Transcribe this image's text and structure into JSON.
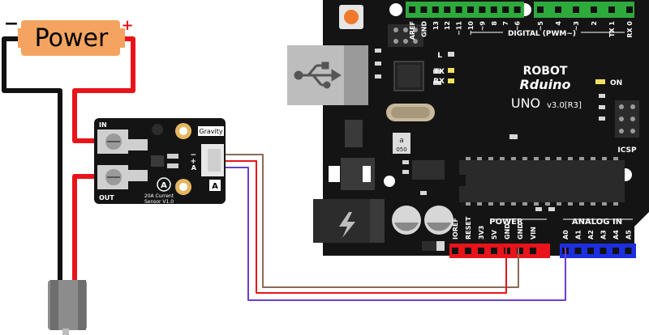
{
  "power": {
    "label": "Power",
    "minus": "−",
    "plus": "+"
  },
  "sensor": {
    "in_label": "IN",
    "out_label": "OUT",
    "brand": "Gravity",
    "pin_minus": "−",
    "pin_plus": "+",
    "pin_a": "A",
    "mark_a": "A",
    "desc_line1": "20A Current",
    "desc_line2": "Sensor V1.0"
  },
  "arduino": {
    "brand_line1": "ROBOT",
    "brand_line2": "Rduino",
    "model": "UNO",
    "version": "v3.0[R3]",
    "digital_header": "DIGITAL (PWM~)",
    "digital_pins": [
      "AREF",
      "GND",
      "13",
      "12",
      "~11",
      "~10",
      "~9",
      "8",
      "7",
      "~6",
      "~5",
      "4",
      "~3",
      "2",
      "TX 1",
      "RX 0"
    ],
    "led_labels": [
      "L",
      "TX",
      "RX"
    ],
    "on_label": "ON",
    "icsp_label": "ICSP",
    "power_header": "POWER",
    "power_pins": [
      "IOREF",
      "RESET",
      "3V3",
      "5V",
      "GND",
      "GND",
      "VIN"
    ],
    "analog_header": "ANALOG IN",
    "analog_pins": [
      "A0",
      "A1",
      "A2",
      "A3",
      "A4",
      "A5"
    ],
    "chip_a_label": "a",
    "chip_a_value": "050"
  },
  "colors": {
    "power_box": "#f4a460",
    "wire_red": "#e8141a",
    "wire_black": "#111111",
    "wire_brown": "#8b6b55",
    "wire_purple": "#6a3fd0",
    "board": "#141414",
    "header_green": "#2eaa3c",
    "header_red": "#e8141a",
    "header_blue": "#1c2fe0"
  }
}
